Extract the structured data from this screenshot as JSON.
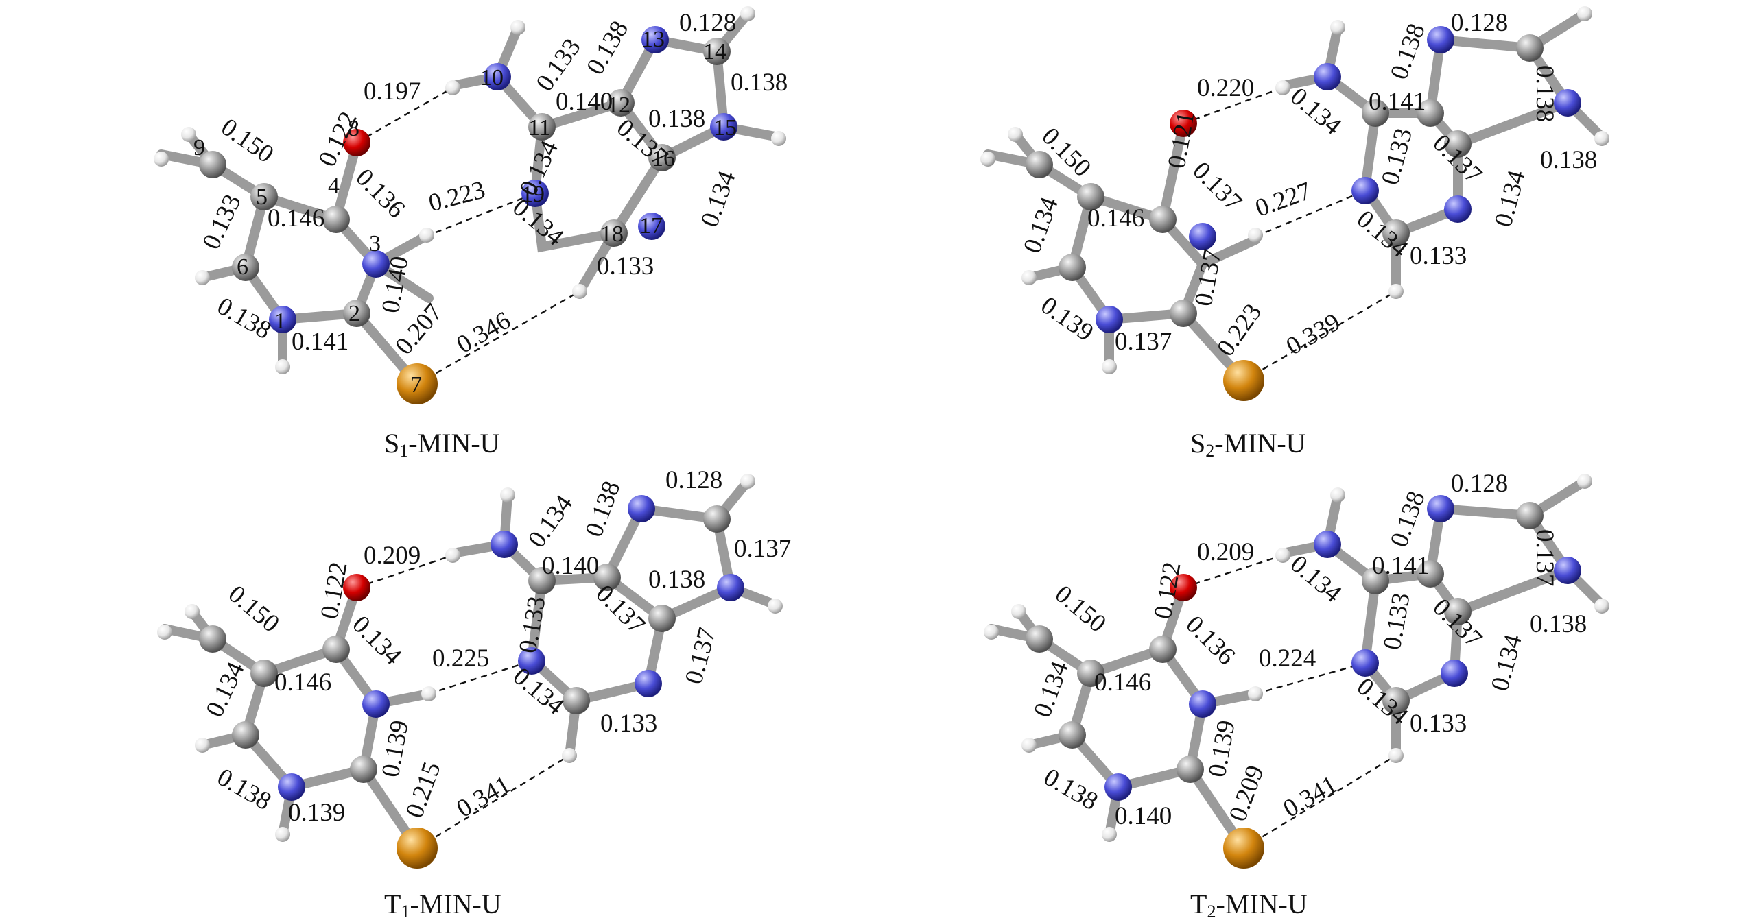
{
  "colors": {
    "carbon": "#9a9a9a",
    "nitrogen": "#4a4dd6",
    "oxygen": "#d40000",
    "sulfur": "#d2850e",
    "hydrogen": "#e6e6e6",
    "hbond": "#111111"
  },
  "panels": [
    {
      "caption": {
        "main": "S",
        "sub": "1",
        "suffix": "-MIN-U"
      },
      "atom_labels": [
        "1",
        "2",
        "3",
        "4",
        "5",
        "6",
        "7",
        "8",
        "9",
        "10",
        "11",
        "12",
        "13",
        "14",
        "15",
        "16",
        "17",
        "18",
        "19"
      ],
      "bond_labels": [
        "0.197",
        "0.133",
        "0.138",
        "0.128",
        "0.138",
        "0.122",
        "0.150",
        "0.140",
        "0.138",
        "0.137",
        "0.134",
        "0.136",
        "0.146",
        "0.133",
        "0.223",
        "0.134",
        "0.134",
        "0.133",
        "0.140",
        "0.207",
        "0.346",
        "0.138",
        "0.141"
      ]
    },
    {
      "caption": {
        "main": "S",
        "sub": "2",
        "suffix": "-MIN-U"
      },
      "atom_labels": [],
      "bond_labels": [
        "0.220",
        "0.138",
        "0.128",
        "0.121",
        "0.141",
        "0.134",
        "0.138",
        "0.150",
        "0.133",
        "0.137",
        "0.138",
        "0.137",
        "0.146",
        "0.227",
        "0.134",
        "0.134",
        "0.134",
        "0.133",
        "0.137",
        "0.223",
        "0.339",
        "0.139",
        "0.137"
      ]
    },
    {
      "caption": {
        "main": "T",
        "sub": "1",
        "suffix": "-MIN-U"
      },
      "atom_labels": [],
      "bond_labels": [
        "0.134",
        "0.138",
        "0.128",
        "0.209",
        "0.137",
        "0.122",
        "0.140",
        "0.150",
        "0.138",
        "0.133",
        "0.137",
        "0.225",
        "0.146",
        "0.134",
        "0.134",
        "0.134",
        "0.137",
        "0.133",
        "0.139",
        "0.215",
        "0.341",
        "0.138",
        "0.139"
      ]
    },
    {
      "caption": {
        "main": "T",
        "sub": "2",
        "suffix": "-MIN-U"
      },
      "atom_labels": [],
      "bond_labels": [
        "0.138",
        "0.128",
        "0.209",
        "0.137",
        "0.141",
        "0.122",
        "0.134",
        "0.150",
        "0.133",
        "0.137",
        "0.138",
        "0.136",
        "0.224",
        "0.146",
        "0.134",
        "0.134",
        "0.134",
        "0.133",
        "0.139",
        "0.209",
        "0.341",
        "0.138",
        "0.140"
      ]
    }
  ]
}
